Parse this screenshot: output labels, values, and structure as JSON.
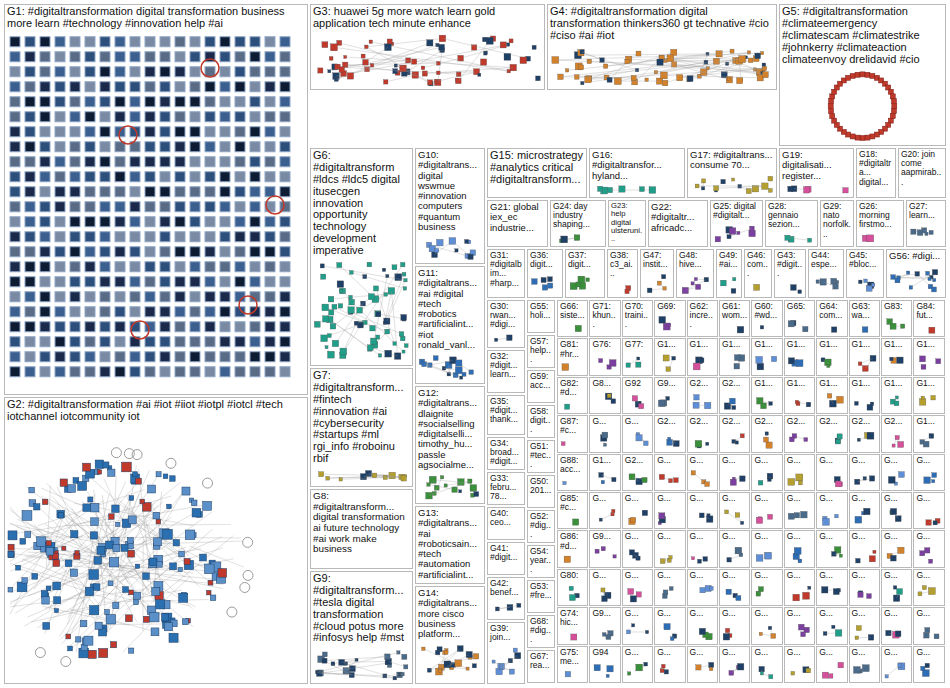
{
  "diagram": {
    "nodes": [
      {
        "text": [
          "G1: #digitaltransformation digital transformation business more learn #technology #innovation help #ai"
        ]
      },
      {
        "text": [
          "G2: #digitaltransformation #ai #iot #iiot #iotpl #iotcl #tech iotchannel iotcommunity iot"
        ]
      },
      {
        "text": [
          "G3: huawei 5g more watch learn gold application tech minute enhance"
        ]
      },
      {
        "text": [
          "G4: #digitaltransformation digital transformation thinkers360 gt technative #cio #ciso #ai #iot"
        ]
      },
      {
        "text": [
          "G5: #digitaltransformation #climateemergency #climatescam #climatestrike #johnkerry #climateaction climateenvoy drelidavid #cio"
        ]
      },
      {
        "text": [
          "G6: #digitaltransform #ldcs #ldc5 digital itusecgen innovation opportunity technology development imperative"
        ]
      },
      {
        "text": [
          "G7: #digitaltransform... #fintech #innovation #ai #cybersecurity #startups #ml rgi_info #roboinu rbif"
        ]
      },
      {
        "text": [
          "G8: #digitaltransform... digital transformation ai future technology #ai work make business"
        ]
      },
      {
        "text": [
          "G9: #digitaltransform... #tesla digital transformation #cloud potus more #infosys help #mst"
        ]
      },
      {
        "text": [
          "G10: #digitaltrans... digital wswmue #innovation computers #quantum business"
        ]
      },
      {
        "text": [
          "G11: #digitaltrans... #ai #digital #tech #robotics #artificialint... #iot ronald_vanl..."
        ]
      },
      {
        "text": [
          "G12: #digitaltrans... dlaignite #socialselling #digitalselli... timothy_hu... passle agsocialme..."
        ]
      },
      {
        "text": [
          "G13: #digitaltrans... #ai #roboticsain... #tech #automation #artificialint..."
        ]
      },
      {
        "text": [
          "G14: #digitaltrans... more cisco business platform..."
        ]
      },
      {
        "text": [
          "G15: microstrategy #analytics critical #digitaltransform..."
        ]
      },
      {
        "text": [
          "G16: #digitaltransfor... hyland..."
        ]
      },
      {
        "text": [
          "G17: #digitaltrans... consume 70..."
        ]
      },
      {
        "text": [
          "G19: digitalisati... register..."
        ]
      },
      {
        "text": [
          "G18: #digitaltra... digital..."
        ]
      },
      {
        "text": [
          "G20: join come aapmirab..."
        ]
      },
      {
        "text": [
          "G21: global iex_ec industrie..."
        ]
      },
      {
        "text": [
          "G24: day industry shaping..."
        ]
      },
      {
        "text": [
          "G23: help digital ulsteruni..."
        ]
      },
      {
        "text": [
          "G22: #digitaltr... africadc..."
        ]
      },
      {
        "text": [
          "G25: digital #digitalt..."
        ]
      },
      {
        "text": [
          "G28: gennaio sezion..."
        ]
      },
      {
        "text": [
          "G29: nato norfolk..."
        ]
      },
      {
        "text": [
          "G26: morning firstmo..."
        ]
      },
      {
        "text": [
          "G27: learn..."
        ]
      },
      {
        "text": [
          "G31: #digitalbim... #harp..."
        ]
      },
      {
        "text": [
          "G36: digit..."
        ]
      },
      {
        "text": [
          "G37: digit..."
        ]
      },
      {
        "text": [
          "G38: c3_ai..."
        ]
      },
      {
        "text": [
          "G47: instit..."
        ]
      },
      {
        "text": [
          "G48: hive..."
        ]
      },
      {
        "text": [
          "G49: #ai..."
        ]
      },
      {
        "text": [
          "G46: com..."
        ]
      },
      {
        "text": [
          "G43: #digit..."
        ]
      },
      {
        "text": [
          "G44: espe..."
        ]
      },
      {
        "text": [
          "G45: #bloc..."
        ]
      },
      {
        "text": [
          "G56: #digi..."
        ]
      },
      {
        "text": [
          "G30: rwan... #digi..."
        ]
      },
      {
        "text": [
          "G32: #digit... learn..."
        ]
      },
      {
        "text": [
          "G35: #digit... thank..."
        ]
      },
      {
        "text": [
          "G34: broad... #digit..."
        ]
      },
      {
        "text": [
          "G33: febru... 78..."
        ]
      },
      {
        "text": [
          "G40: ceo..."
        ]
      },
      {
        "text": [
          "G41: #digit..."
        ]
      },
      {
        "text": [
          "G42: benef..."
        ]
      },
      {
        "text": [
          "G39: join..."
        ]
      },
      {
        "text": [
          "G55: holi..."
        ]
      },
      {
        "text": [
          "G57: help..."
        ]
      },
      {
        "text": [
          "G59: acc..."
        ]
      },
      {
        "text": [
          "G58: digit..."
        ]
      },
      {
        "text": [
          "G51: #tec..."
        ]
      },
      {
        "text": [
          "G50: 201..."
        ]
      },
      {
        "text": [
          "G52: #dig..."
        ]
      },
      {
        "text": [
          "G54: year..."
        ]
      },
      {
        "text": [
          "G53: #fre..."
        ]
      },
      {
        "text": [
          "G68: #dig..."
        ]
      },
      {
        "text": [
          "G67: rea..."
        ]
      },
      {
        "text": [
          "G66: siste..."
        ]
      },
      {
        "text": [
          "G71: khun..."
        ]
      },
      {
        "text": [
          "G70: traini..."
        ]
      },
      {
        "text": [
          "G69:"
        ]
      },
      {
        "text": [
          "G62: incre..."
        ]
      },
      {
        "text": [
          "G61: wom..."
        ]
      },
      {
        "text": [
          "G60: #wd..."
        ]
      },
      {
        "text": [
          "G65:"
        ]
      },
      {
        "text": [
          "G64: com..."
        ]
      },
      {
        "text": [
          "G63: wa..."
        ]
      },
      {
        "text": [
          "G83:"
        ]
      },
      {
        "text": [
          "G84: fut..."
        ]
      },
      {
        "text": [
          "G81: #hr..."
        ]
      },
      {
        "text": [
          "G76:"
        ]
      },
      {
        "text": [
          "G77:"
        ]
      },
      {
        "text": [
          "G1..."
        ]
      },
      {
        "text": [
          "G1..."
        ]
      },
      {
        "text": [
          "G1..."
        ]
      },
      {
        "text": [
          "G1..."
        ]
      },
      {
        "text": [
          "G1..."
        ]
      },
      {
        "text": [
          "G1..."
        ]
      },
      {
        "text": [
          "G1..."
        ]
      },
      {
        "text": [
          "G1..."
        ]
      },
      {
        "text": [
          "G1..."
        ]
      },
      {
        "text": [
          "G82: #d..."
        ]
      },
      {
        "text": [
          "G8..."
        ]
      },
      {
        "text": [
          "G92"
        ]
      },
      {
        "text": [
          "G9..."
        ]
      },
      {
        "text": [
          "G2..."
        ]
      },
      {
        "text": [
          "G2..."
        ]
      },
      {
        "text": [
          "G1..."
        ]
      },
      {
        "text": [
          "G1..."
        ]
      },
      {
        "text": [
          "G1..."
        ]
      },
      {
        "text": [
          "G1..."
        ]
      },
      {
        "text": [
          "G1..."
        ]
      },
      {
        "text": [
          "G1..."
        ]
      },
      {
        "text": [
          "G87: #c..."
        ]
      },
      {
        "text": [
          "G..."
        ]
      },
      {
        "text": [
          "G..."
        ]
      },
      {
        "text": [
          "G2..."
        ]
      },
      {
        "text": [
          "G2..."
        ]
      },
      {
        "text": [
          "G2..."
        ]
      },
      {
        "text": [
          "G2..."
        ]
      },
      {
        "text": [
          "G2..."
        ]
      },
      {
        "text": [
          "G2..."
        ]
      },
      {
        "text": [
          "G2..."
        ]
      },
      {
        "text": [
          "G2..."
        ]
      },
      {
        "text": [
          "G1..."
        ]
      },
      {
        "text": [
          "G88: acc..."
        ]
      },
      {
        "text": [
          "G1..."
        ]
      },
      {
        "text": [
          "G2..."
        ]
      },
      {
        "text": [
          "G..."
        ]
      },
      {
        "text": [
          "G..."
        ]
      },
      {
        "text": [
          "G..."
        ]
      },
      {
        "text": [
          "G..."
        ]
      },
      {
        "text": [
          "G..."
        ]
      },
      {
        "text": [
          "G..."
        ]
      },
      {
        "text": [
          "G..."
        ]
      },
      {
        "text": [
          "G..."
        ]
      },
      {
        "text": [
          "G..."
        ]
      },
      {
        "text": [
          "G85: #c..."
        ]
      },
      {
        "text": [
          "G..."
        ]
      },
      {
        "text": [
          "G..."
        ]
      },
      {
        "text": [
          "G..."
        ]
      },
      {
        "text": [
          "G..."
        ]
      },
      {
        "text": [
          "G..."
        ]
      },
      {
        "text": [
          "G..."
        ]
      },
      {
        "text": [
          "G..."
        ]
      },
      {
        "text": [
          "G..."
        ]
      },
      {
        "text": [
          "G..."
        ]
      },
      {
        "text": [
          "G..."
        ]
      },
      {
        "text": [
          "G..."
        ]
      },
      {
        "text": [
          "G86: #d..."
        ]
      },
      {
        "text": [
          "G9..."
        ]
      },
      {
        "text": [
          "G..."
        ]
      },
      {
        "text": [
          "G..."
        ]
      },
      {
        "text": [
          "G..."
        ]
      },
      {
        "text": [
          "G..."
        ]
      },
      {
        "text": [
          "G..."
        ]
      },
      {
        "text": [
          "G..."
        ]
      },
      {
        "text": [
          "G..."
        ]
      },
      {
        "text": [
          "G..."
        ]
      },
      {
        "text": [
          "G..."
        ]
      },
      {
        "text": [
          "G..."
        ]
      },
      {
        "text": [
          "G80:"
        ]
      },
      {
        "text": [
          "G..."
        ]
      },
      {
        "text": [
          "G..."
        ]
      },
      {
        "text": [
          "G..."
        ]
      },
      {
        "text": [
          "G..."
        ]
      },
      {
        "text": [
          "G..."
        ]
      },
      {
        "text": [
          "G..."
        ]
      },
      {
        "text": [
          "G..."
        ]
      },
      {
        "text": [
          "G..."
        ]
      },
      {
        "text": [
          "G..."
        ]
      },
      {
        "text": [
          "G..."
        ]
      },
      {
        "text": [
          "G..."
        ]
      },
      {
        "text": [
          "G74: hic..."
        ]
      },
      {
        "text": [
          "G9..."
        ]
      },
      {
        "text": [
          "G..."
        ]
      },
      {
        "text": [
          "G..."
        ]
      },
      {
        "text": [
          "G..."
        ]
      },
      {
        "text": [
          "G..."
        ]
      },
      {
        "text": [
          "G..."
        ]
      },
      {
        "text": [
          "G..."
        ]
      },
      {
        "text": [
          "G..."
        ]
      },
      {
        "text": [
          "G..."
        ]
      },
      {
        "text": [
          "G..."
        ]
      },
      {
        "text": [
          "G..."
        ]
      },
      {
        "text": [
          "G75: me..."
        ]
      },
      {
        "text": [
          "G94"
        ]
      },
      {
        "text": [
          "G..."
        ]
      },
      {
        "text": [
          "G..."
        ]
      },
      {
        "text": [
          "G..."
        ]
      },
      {
        "text": [
          "G..."
        ]
      },
      {
        "text": [
          "G..."
        ]
      },
      {
        "text": [
          "G..."
        ]
      },
      {
        "text": [
          "G..."
        ]
      },
      {
        "text": [
          "G..."
        ]
      },
      {
        "text": [
          "G..."
        ]
      },
      {
        "text": [
          "G..."
        ]
      }
    ]
  }
}
